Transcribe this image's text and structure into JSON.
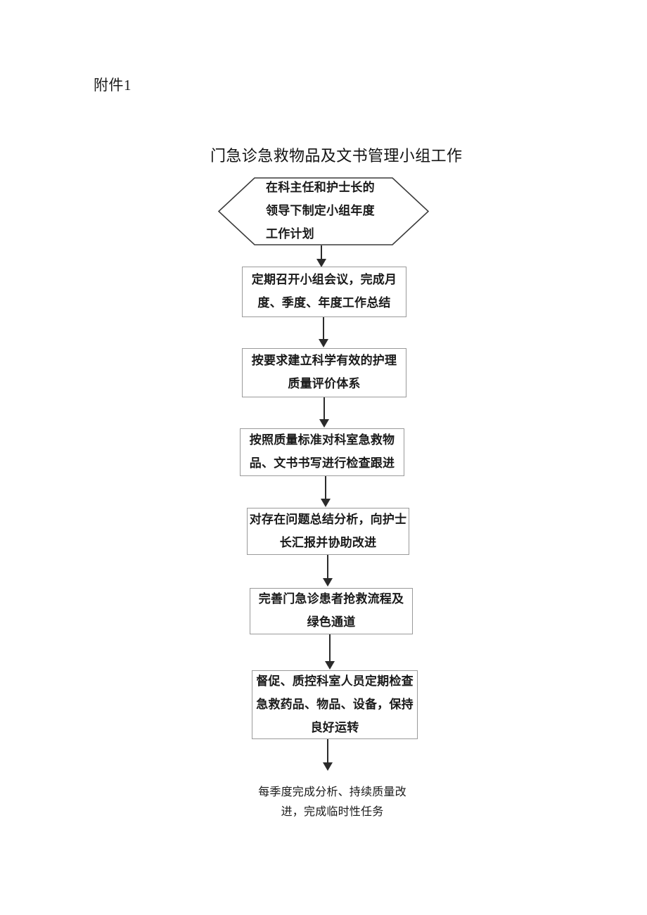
{
  "document": {
    "attachment_label": "附件1",
    "title": "门急诊急救物品及文书管理小组工作"
  },
  "flow": {
    "shape_colors": {
      "node_border": "#9a9a9a",
      "node_fill": "#ffffff",
      "hexagon_border": "#3a3a3a",
      "arrow": "#2b2b2b",
      "text": "#1a1a1a"
    },
    "nodes": [
      {
        "id": "node-annual-plan",
        "shape": "hexagon",
        "lines": [
          "在科主任和护士长的",
          "领导下制定小组年度",
          "工作计划"
        ]
      },
      {
        "id": "node-meetings-summary",
        "shape": "rectangle",
        "lines": [
          "定期召开小组会议，完成月",
          "度、季度、年度工作总结"
        ]
      },
      {
        "id": "node-quality-system",
        "shape": "rectangle",
        "lines": [
          "按要求建立科学有效的护理",
          "质量评价体系"
        ]
      },
      {
        "id": "node-inspection",
        "shape": "rectangle",
        "lines": [
          "按照质量标准对科室急救物",
          "品、文书书写进行检查跟进"
        ]
      },
      {
        "id": "node-report-improve",
        "shape": "rectangle",
        "lines": [
          "对存在问题总结分析，向护士",
          "长汇报并协助改进"
        ]
      },
      {
        "id": "node-rescue-process",
        "shape": "rectangle",
        "lines": [
          "完善门急诊患者抢救流程及",
          "绿色通道"
        ]
      },
      {
        "id": "node-supervise-equipment",
        "shape": "rectangle",
        "lines": [
          "督促、质控科室人员定期检查",
          "急救药品、物品、设备，保持",
          "良好运转"
        ]
      }
    ],
    "tail": {
      "id": "node-quarterly-analysis",
      "shape": "text",
      "lines": [
        "每季度完成分析、持续质量改",
        "进，完成临时性任务"
      ]
    },
    "connectors": [
      {
        "from": "node-annual-plan",
        "to": "node-meetings-summary",
        "type": "arrow-down"
      },
      {
        "from": "node-meetings-summary",
        "to": "node-quality-system",
        "type": "arrow-down"
      },
      {
        "from": "node-quality-system",
        "to": "node-inspection",
        "type": "arrow-down"
      },
      {
        "from": "node-inspection",
        "to": "node-report-improve",
        "type": "arrow-down"
      },
      {
        "from": "node-report-improve",
        "to": "node-rescue-process",
        "type": "arrow-down"
      },
      {
        "from": "node-rescue-process",
        "to": "node-supervise-equipment",
        "type": "arrow-down"
      },
      {
        "from": "node-supervise-equipment",
        "to": "node-quarterly-analysis",
        "type": "arrow-down"
      }
    ]
  }
}
